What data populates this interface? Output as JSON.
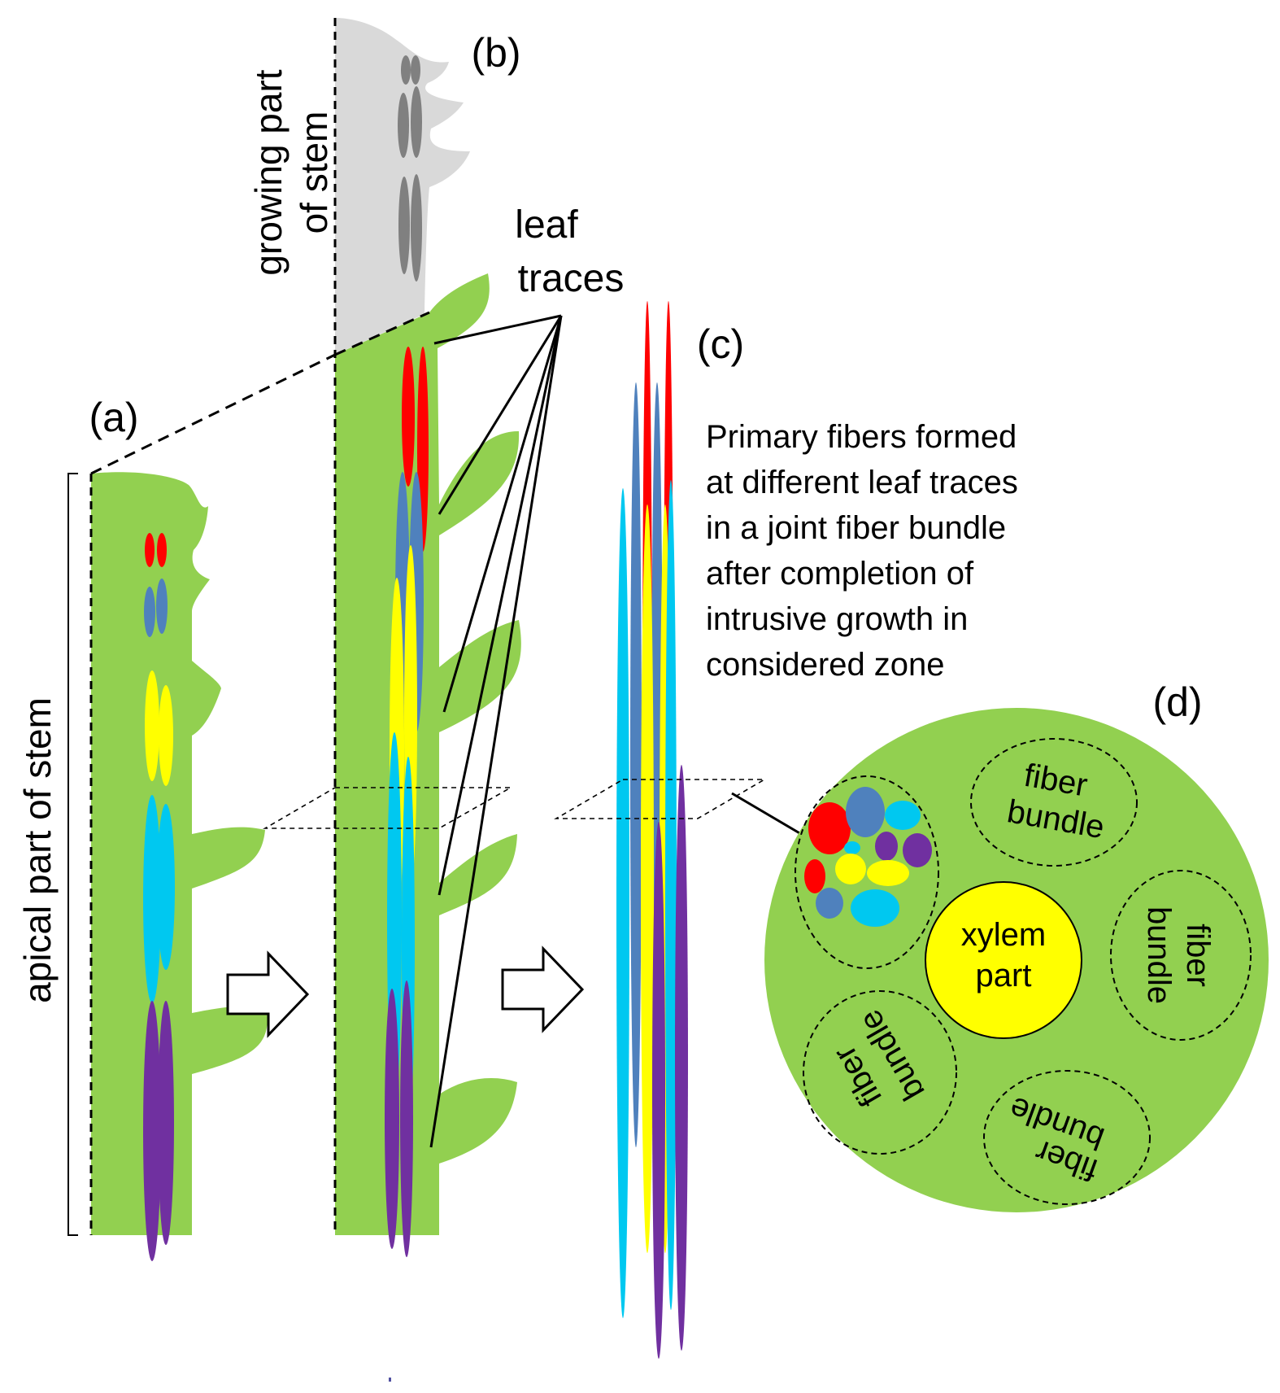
{
  "panels": {
    "a": "(a)",
    "b": "(b)",
    "c": "(c)",
    "d": "(d)"
  },
  "labels": {
    "apical": "apical part of stem",
    "growing_line1": "growing part",
    "growing_line2": "of stem",
    "leaf_traces_line1": "leaf",
    "leaf_traces_line2": "traces",
    "description": [
      "Primary fibers formed",
      "at different leaf traces",
      "in a joint fiber bundle",
      "after completion of",
      "intrusive growth in",
      "considered zone"
    ],
    "xylem_line1": "xylem",
    "xylem_line2": "part",
    "fiber_bundle_line1": "fiber",
    "fiber_bundle_line2": "bundle"
  },
  "colors": {
    "tissue_green": "#92d050",
    "growing_grey": "#d9d9d9",
    "growing_marks": "#808080",
    "trace_red": "#ff0000",
    "trace_steelblue": "#4f81bd",
    "trace_yellow": "#ffff00",
    "trace_cyan": "#00c8f0",
    "trace_purple": "#7030a0",
    "xylem": "#ffff00"
  },
  "icons": {
    "arrow": "right-arrow-outline-icon"
  }
}
